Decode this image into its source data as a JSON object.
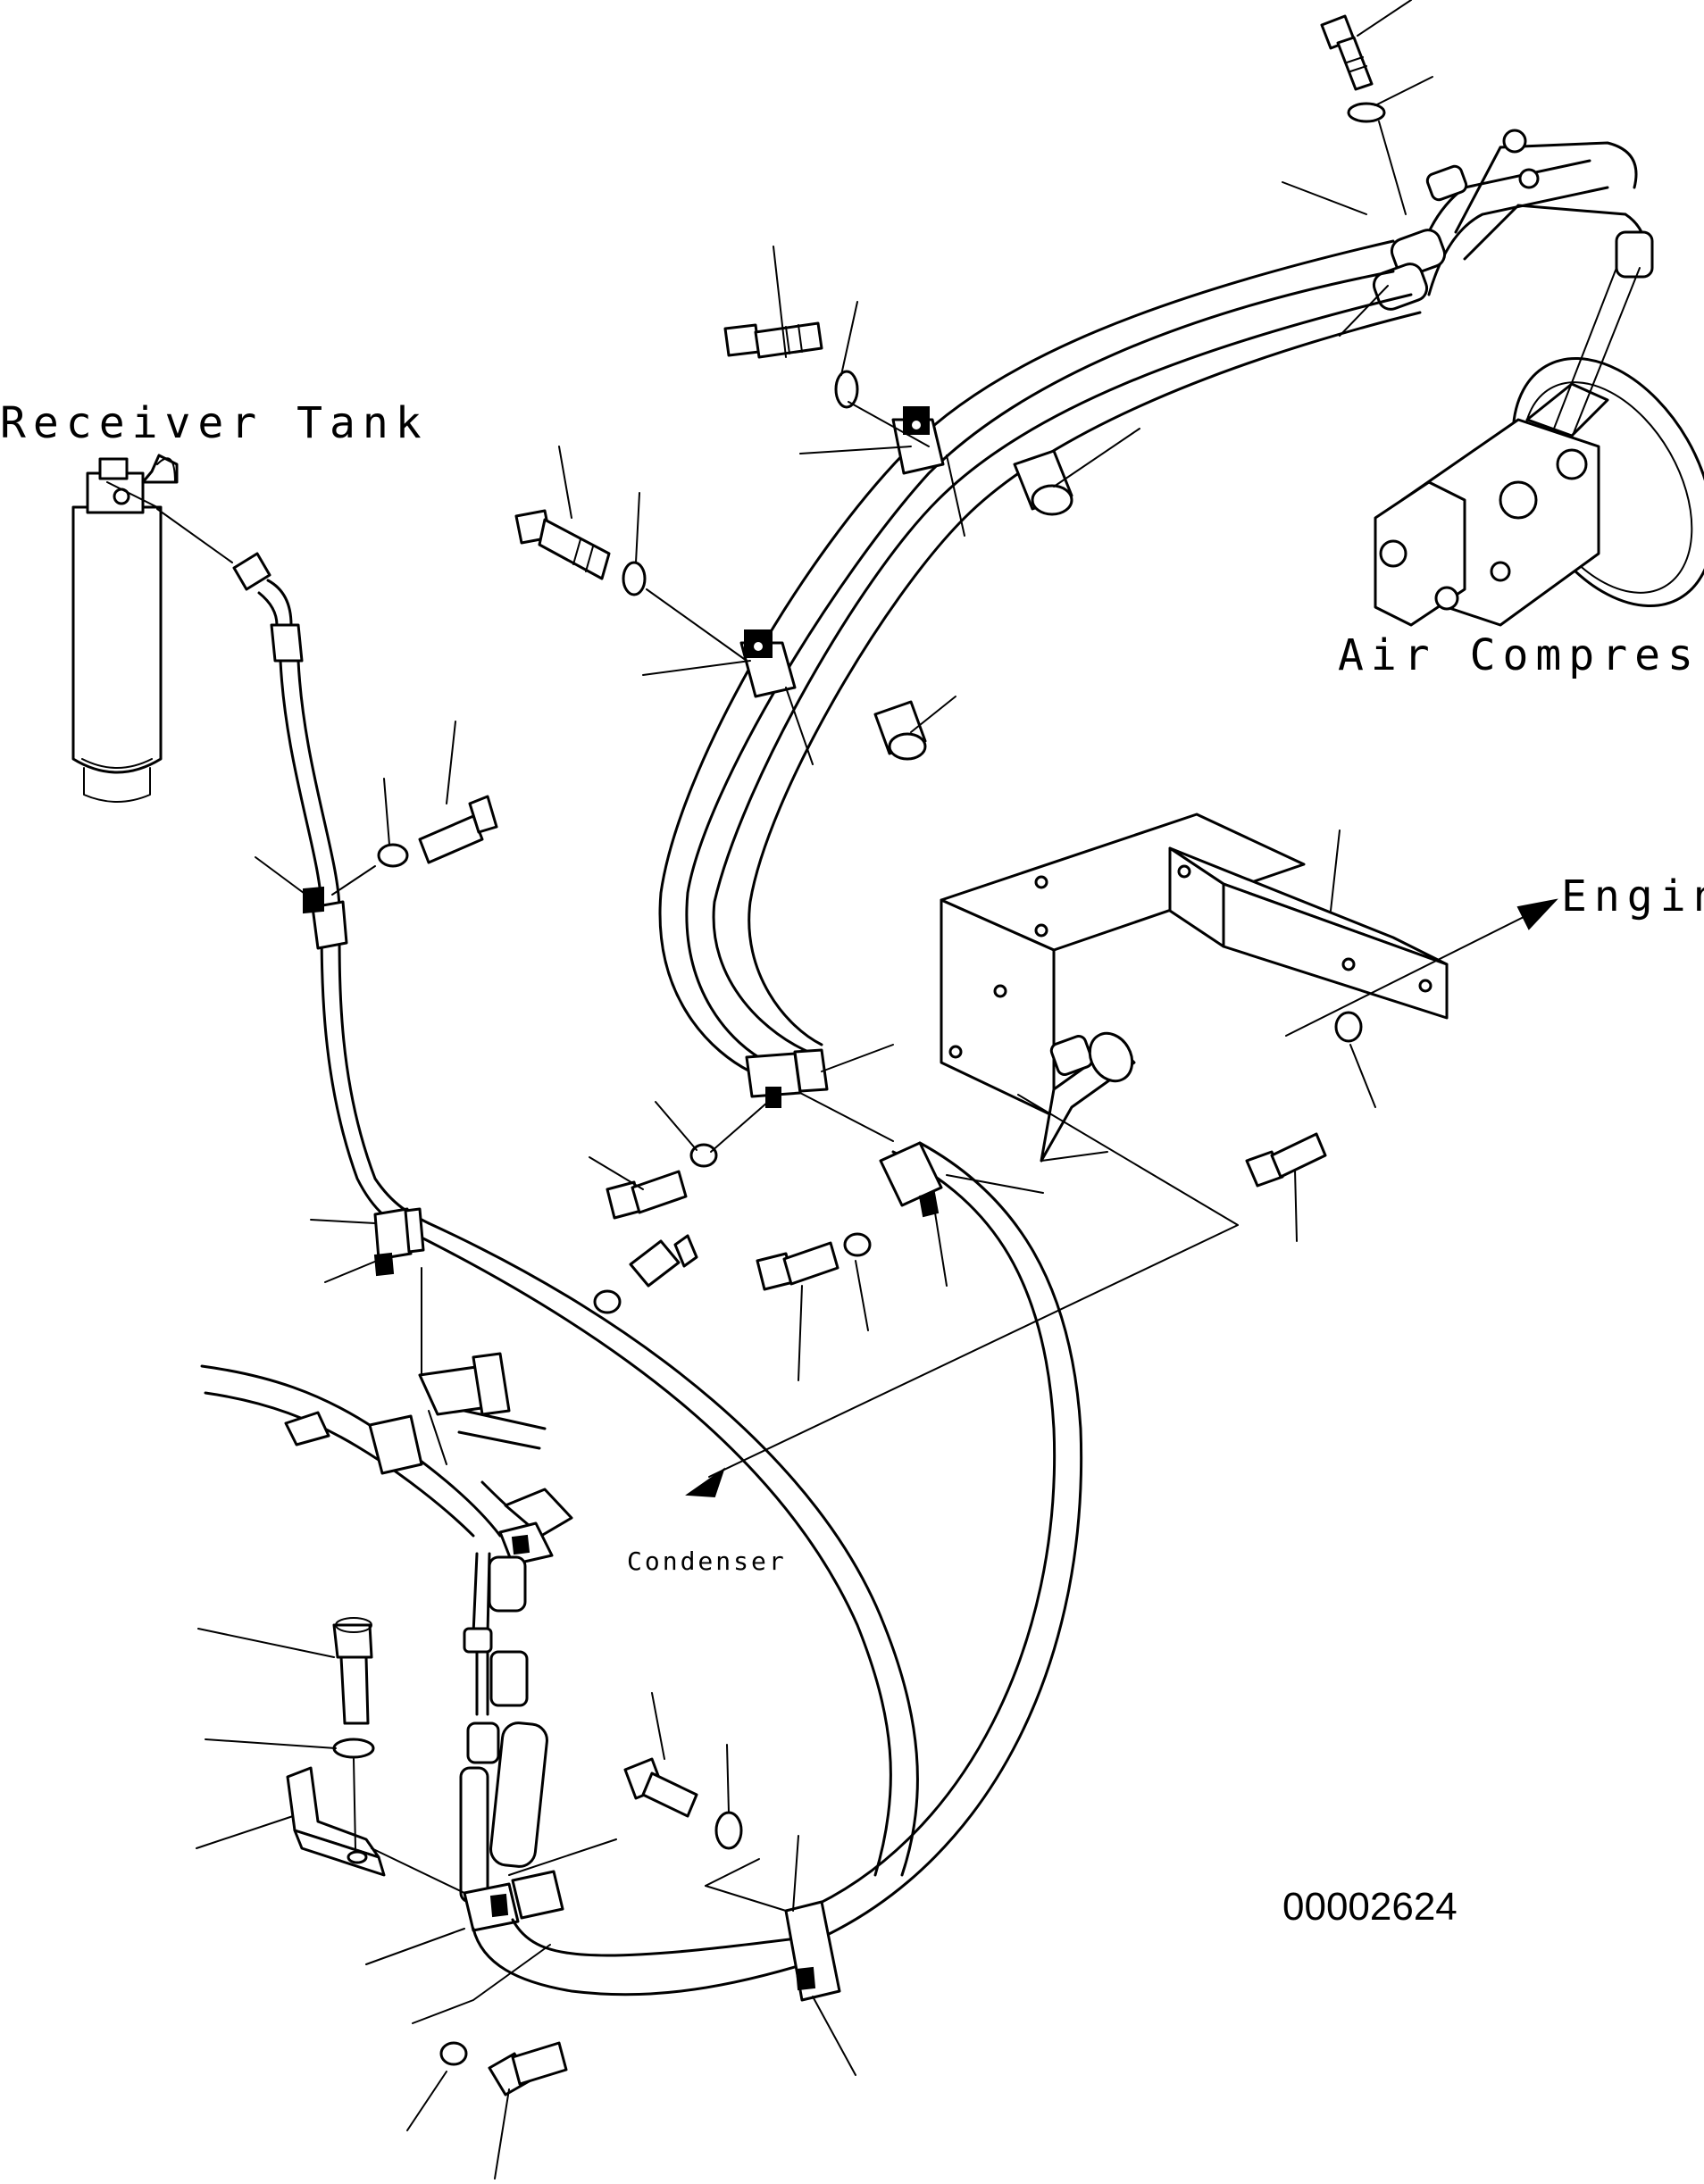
{
  "labels": {
    "receiver_tank": "Receiver Tank",
    "air_compressor": "Air Compressor",
    "engine": "Engine",
    "condenser": "Condenser",
    "document_number": "00002624"
  }
}
